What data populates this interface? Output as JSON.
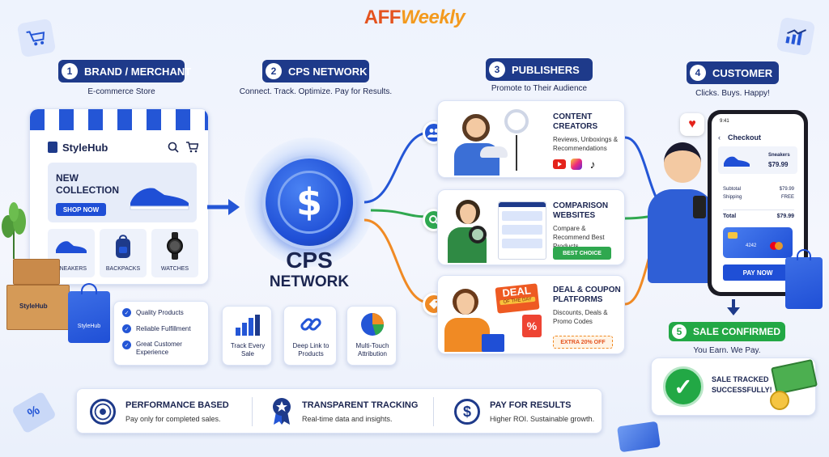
{
  "logo": {
    "part1": "AFF",
    "part2": "Weekly"
  },
  "steps": [
    {
      "num": "1",
      "title": "BRAND / MERCHANT",
      "subtitle": "E-commerce Store"
    },
    {
      "num": "2",
      "title": "CPS NETWORK",
      "subtitle": "Connect. Track. Optimize. Pay for Results."
    },
    {
      "num": "3",
      "title": "PUBLISHERS",
      "subtitle": "Promote to Their Audience"
    },
    {
      "num": "4",
      "title": "CUSTOMER",
      "subtitle": "Clicks. Buys. Happy!"
    }
  ],
  "store": {
    "name": "StyleHub",
    "banner": "NEW COLLECTION",
    "shop_button": "SHOP NOW",
    "products": [
      "SNEAKERS",
      "BACKPACKS",
      "WATCHES"
    ],
    "bag_label": "StyleHub",
    "box_label": "StyleHub",
    "benefits": [
      "Quality Products",
      "Reliable Fulfillment",
      "Great Customer Experience"
    ]
  },
  "network": {
    "symbol": "$",
    "line1": "CPS",
    "line2": "NETWORK",
    "features": [
      "Track Every Sale",
      "Deep Link to Products",
      "Multi-Touch Attribution"
    ]
  },
  "publishers": [
    {
      "title": "CONTENT CREATORS",
      "desc": "Reviews, Unboxings & Recommendations"
    },
    {
      "title": "COMPARISON WEBSITES",
      "desc": "Compare & Recommend Best Products",
      "badge": "BEST CHOICE"
    },
    {
      "title": "DEAL & COUPON PLATFORMS",
      "desc": "Discounts, Deals & Promo Codes",
      "badge": "EXTRA 20% OFF",
      "sign": "DEAL",
      "sign_sub": "OF THE DAY",
      "tag": "%"
    }
  ],
  "phone": {
    "time": "9:41",
    "heading": "Checkout",
    "item": "Sneakers",
    "item_price": "$79.99",
    "subtotal_label": "Subtotal",
    "subtotal": "$79.99",
    "shipping_label": "Shipping",
    "shipping": "FREE",
    "total_label": "Total",
    "total": "$79.99",
    "card_digits": "4242",
    "pay_button": "PAY NOW"
  },
  "sale": {
    "num": "5",
    "title": "SALE CONFIRMED",
    "subtitle": "You Earn. We Pay.",
    "message": "SALE TRACKED SUCCESSFULLY!"
  },
  "footer": [
    {
      "title": "PERFORMANCE BASED",
      "desc": "Pay only for completed sales."
    },
    {
      "title": "TRANSPARENT TRACKING",
      "desc": "Real-time data and insights."
    },
    {
      "title": "PAY FOR RESULTS",
      "desc": "Higher ROI. Sustainable growth."
    }
  ],
  "colors": {
    "navy": "#1e3a8a",
    "blue": "#2456d6",
    "green": "#2fa84f",
    "orange": "#f08a24",
    "success": "#22a845"
  }
}
